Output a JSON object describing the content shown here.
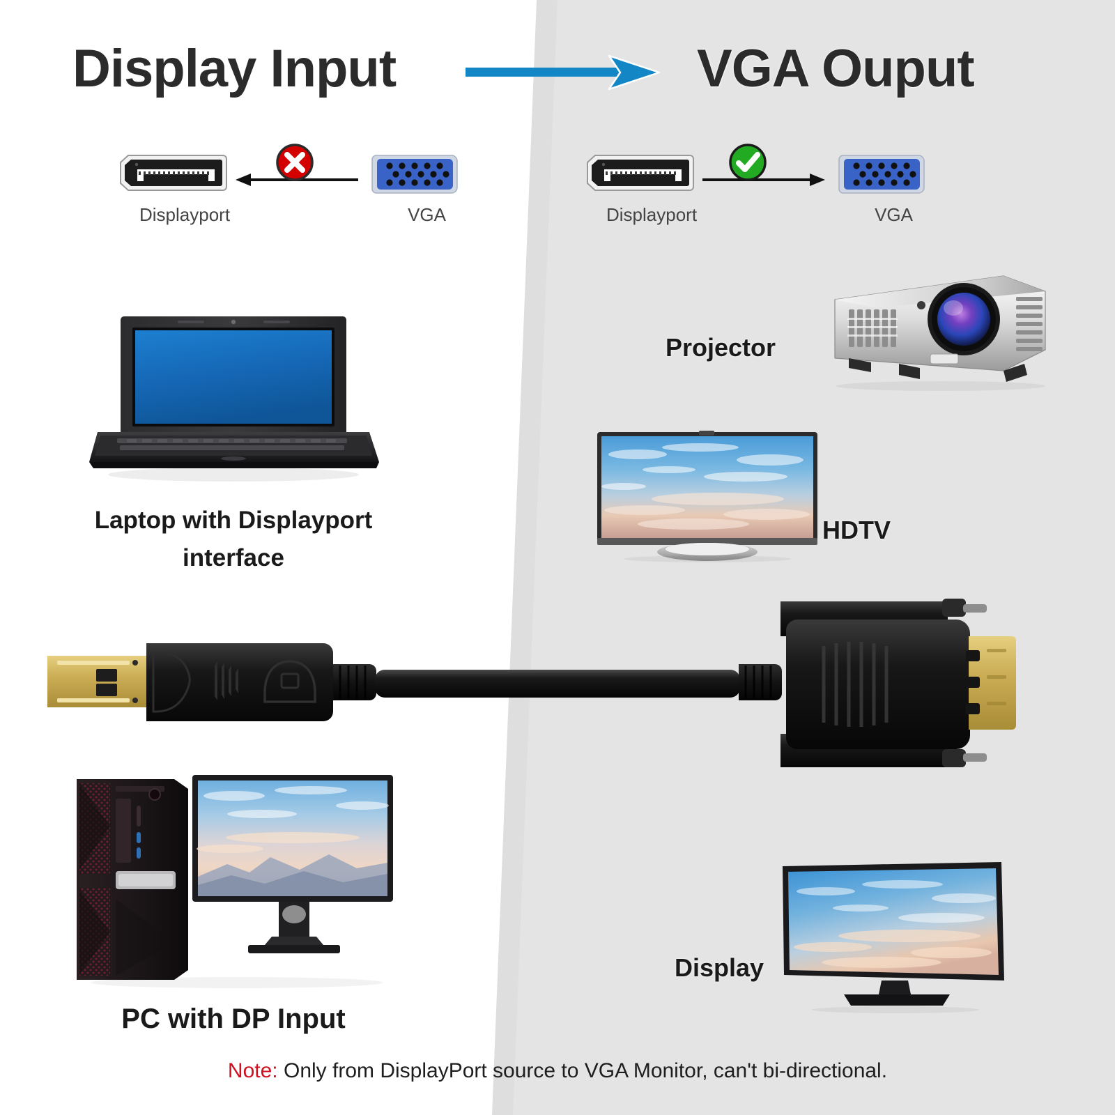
{
  "titles": {
    "left": "Display Input",
    "right": "VGA Ouput"
  },
  "colors": {
    "arrow_blue": "#1386c6",
    "bad_red": "#d40000",
    "good_green": "#22ab22",
    "vga_blue": "#3a63c8",
    "note_red": "#cf1020",
    "panel_right_bg": "#e4e4e4",
    "panel_left_bg": "#ffffff"
  },
  "comparison_left": {
    "source_label": "Displayport",
    "target_label": "VGA",
    "status": "not-allowed",
    "badge_icon": "red-x-icon",
    "arrow_direction": "left"
  },
  "comparison_right": {
    "source_label": "Displayport",
    "target_label": "VGA",
    "status": "allowed",
    "badge_icon": "green-check-icon",
    "arrow_direction": "right"
  },
  "devices": {
    "laptop": {
      "label_line1": "Laptop with Displayport",
      "label_line2": "interface"
    },
    "pc": {
      "label": "PC with DP Input"
    },
    "projector": {
      "label": "Projector"
    },
    "hdtv": {
      "label": "HDTV"
    },
    "display": {
      "label": "Display"
    }
  },
  "note": {
    "prefix": "Note:",
    "text": "Only from DisplayPort source to VGA Monitor, can't bi-directional."
  }
}
